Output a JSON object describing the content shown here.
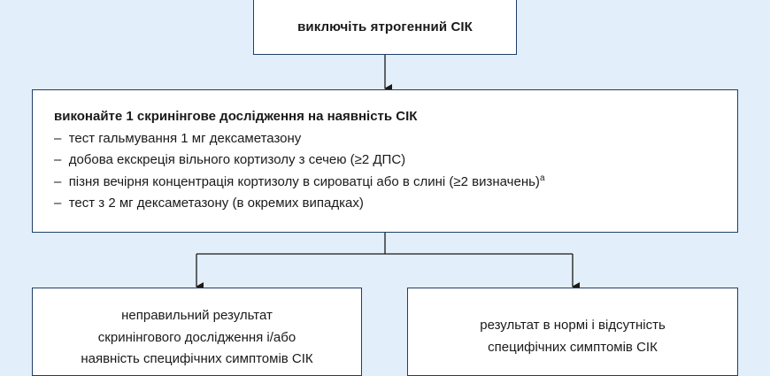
{
  "steps": {
    "top": {
      "text": "виключіть ятрогенний СІК"
    },
    "middle": {
      "heading": "виконайте 1 скринінгове дослідження на наявність СІК",
      "items": [
        "тест гальмування 1 мг дексаметазону",
        "добова екскреція вільного кортизолу з сечею (≥2 ДПС)",
        "пізня вечірня концентрація кортизолу в сироватці або в слині (≥2 визначень)",
        "тест з 2 мг дексаметазону (в окремих випадках)"
      ],
      "item_superscript": "а"
    },
    "left": {
      "lines": [
        "неправильний результат",
        "скринінгового дослідження і/або",
        "наявність специфічних симптомів СІК"
      ]
    },
    "right": {
      "lines": [
        "результат в нормі і відсутність",
        "специфічних симптомів СІК"
      ]
    }
  },
  "colors": {
    "background": "#e2eefa",
    "box_border": "#1f3f66",
    "connector": "#1a1a1a"
  }
}
